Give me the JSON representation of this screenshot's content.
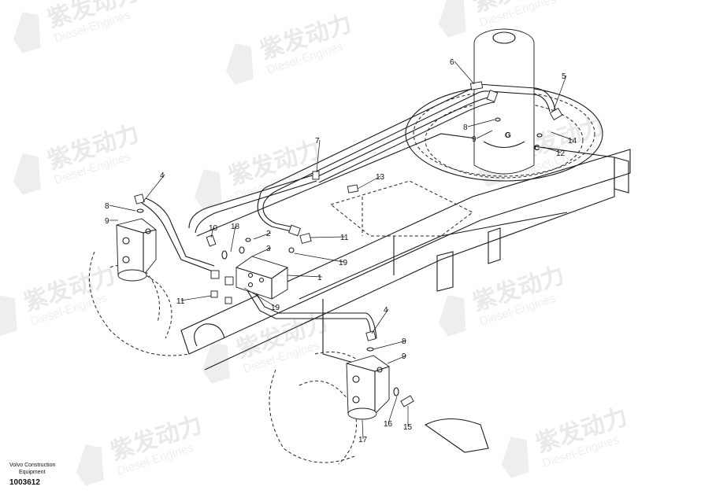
{
  "watermark": {
    "brand_cn": "紫发动力",
    "brand_en": "Diesel-Engines"
  },
  "callouts": [
    {
      "id": "c1",
      "label": "1"
    },
    {
      "id": "c2",
      "label": "2"
    },
    {
      "id": "c3",
      "label": "3"
    },
    {
      "id": "c4a",
      "label": "4"
    },
    {
      "id": "c4b",
      "label": "4"
    },
    {
      "id": "c5",
      "label": "5"
    },
    {
      "id": "c6",
      "label": "6"
    },
    {
      "id": "c7",
      "label": "7"
    },
    {
      "id": "c8a",
      "label": "8"
    },
    {
      "id": "c8b",
      "label": "8"
    },
    {
      "id": "c8c",
      "label": "8"
    },
    {
      "id": "c9a",
      "label": "9"
    },
    {
      "id": "c9b",
      "label": "9"
    },
    {
      "id": "c9c",
      "label": "9"
    },
    {
      "id": "c10",
      "label": "10"
    },
    {
      "id": "c11a",
      "label": "11"
    },
    {
      "id": "c11b",
      "label": "11"
    },
    {
      "id": "c12",
      "label": "12"
    },
    {
      "id": "c13",
      "label": "13"
    },
    {
      "id": "c14",
      "label": "14"
    },
    {
      "id": "c15",
      "label": "15"
    },
    {
      "id": "c16",
      "label": "16"
    },
    {
      "id": "c17",
      "label": "17"
    },
    {
      "id": "c18",
      "label": "18"
    },
    {
      "id": "c19a",
      "label": "19"
    },
    {
      "id": "c19b",
      "label": "19"
    }
  ],
  "port_labels": {
    "g": "G",
    "c": "C"
  },
  "footer": {
    "maker_line1": "Volvo Construction",
    "maker_line2": "Equipment",
    "drawing_number": "1003612"
  }
}
